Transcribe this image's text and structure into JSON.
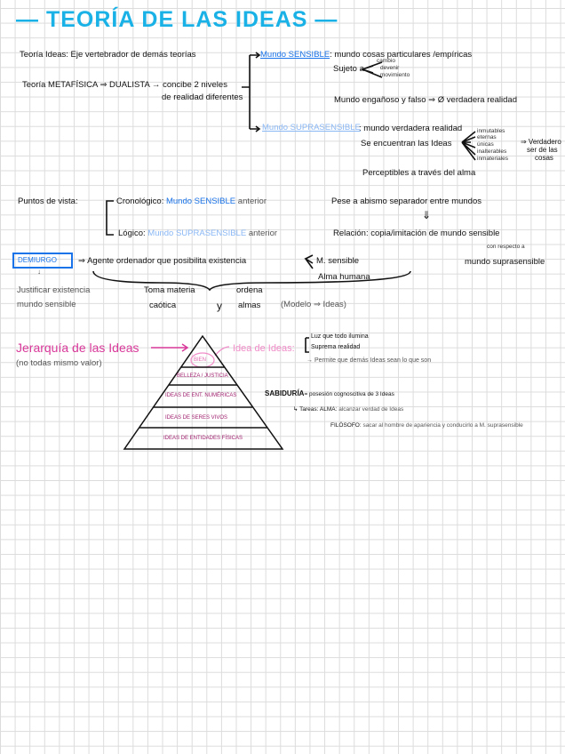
{
  "title": "— TEORÍA DE LAS IDEAS —",
  "intro": {
    "line1": "Teoría Ideas: Eje vertebrador de demás teorías",
    "line2": "Teoría METAFÍSICA ⇒ DUALISTA → concibe 2 niveles",
    "line3": "de realidad diferentes"
  },
  "sensible": {
    "label": "Mundo SENSIBLE",
    "desc": ": mundo cosas particulares /empíricas",
    "subject": "Sujeto a",
    "items": [
      "cambio",
      "devenir",
      "movimiento"
    ],
    "false": "Mundo engañoso y falso ⇒ Ø verdadera realidad"
  },
  "suprasensible": {
    "label": "Mundo SUPRASENSIBLE",
    "desc": ": mundo verdadera realidad",
    "ideas": "Se encuentran las Ideas",
    "items": [
      "inmutables",
      "eternas",
      "únicas",
      "inalterables",
      "inmateriales"
    ],
    "true_being": [
      "⇒ Verdadero",
      "ser de las",
      "cosas"
    ],
    "perceptible": "Perceptibles a través del alma"
  },
  "viewpoints": {
    "label": "Puntos de vista:",
    "chrono_label": "Cronológico:",
    "chrono_world": "Mundo SENSIBLE",
    "chrono_after": "anterior",
    "logic_label": "Lógico:",
    "logic_world": "Mundo SUPRASENSIBLE",
    "logic_after": "anterior",
    "abyss": "Pese a abismo separador entre mundos",
    "down_arrow": "⇓",
    "relation": "Relación: copia/imitación de mundo sensible",
    "respect": "con respecto a",
    "supra": "mundo suprasensible"
  },
  "demiurgo": {
    "label": "DEMIURGO",
    "agent": "⇒ Agente ordenador que posibilita existencia",
    "targets": [
      "M. sensible",
      "Alma humana"
    ],
    "down": "↓",
    "justify": [
      "Justificar existencia",
      "mundo sensible"
    ],
    "takes": [
      "Toma materia",
      "caótica"
    ],
    "and": "y",
    "orders": [
      "ordena",
      "almas"
    ],
    "model": "(Modelo ⇒ Ideas)"
  },
  "hierarchy": {
    "label": "Jerarquía de las Ideas",
    "note": "(no todas mismo valor)",
    "levels": [
      "BIEN",
      "BELLEZA / JUSTICIA",
      "IDEAS DE ENT. NUMÉRICAS",
      "IDEAS DE SERES VIVOS",
      "IDEAS DE ENTIDADES FÍSICAS"
    ],
    "idea_of_ideas": "Idea de Ideas:",
    "props": [
      "Luz que todo ilumina",
      "Suprema realidad"
    ],
    "permits": "→ Permite que demás Ideas sean lo que son"
  },
  "wisdom": {
    "label": "SABIDURÍA",
    "def": "= posesión cognoscitiva de 3 Ideas",
    "tasks": "↳ Tareas: ALMA:",
    "soul": "alcanzar verdad de Ideas",
    "philosopher": "FILÓSOFO:",
    "phil_task": "sacar al hombre de apariencia y conducirlo a M. suprasensible"
  },
  "colors": {
    "title": "#1ab2e6",
    "sensible": "#1a73e8",
    "suprasensible": "#8ab8f5",
    "hierarchy": "#d9399a",
    "pyramid_text": "#a0206e"
  }
}
